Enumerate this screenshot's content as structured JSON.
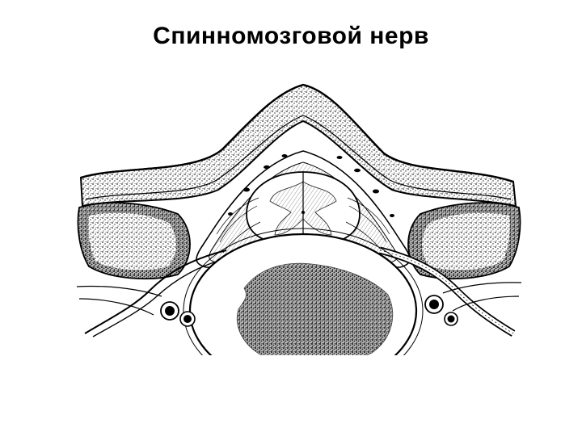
{
  "slide": {
    "title": "Спинномозговой нерв"
  },
  "figure": {
    "kind": "anatomical-illustration",
    "style": "black-and-white-line-drawing",
    "subject": "spinal-cord-cross-section-with-vertebra-and-nerve",
    "colors": {
      "ink": "#000000",
      "paper": "#ffffff",
      "stipple": "#3a3a3a"
    }
  }
}
